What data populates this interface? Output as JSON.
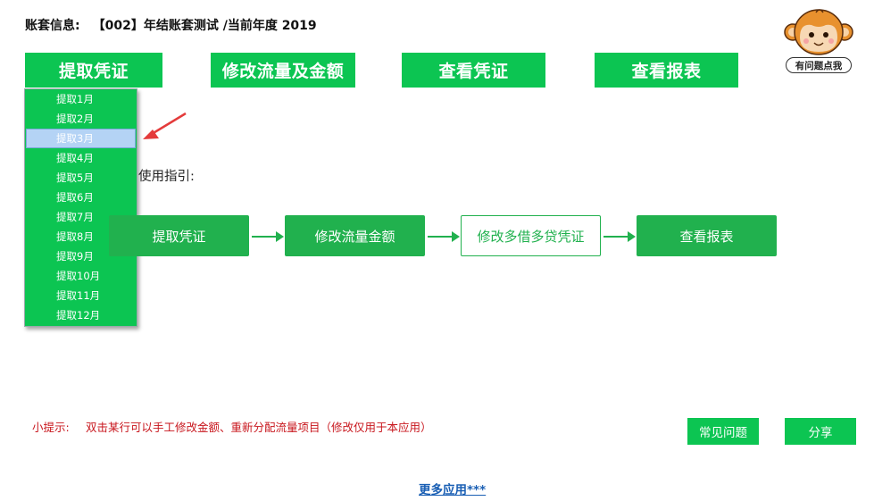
{
  "header": {
    "label": "账套信息:",
    "account": "【002】年结账套测试 /当前年度 2019"
  },
  "tabs": [
    {
      "label": "提取凭证"
    },
    {
      "label": "修改流量及金额"
    },
    {
      "label": "查看凭证"
    },
    {
      "label": "查看报表"
    }
  ],
  "dropdown": {
    "items": [
      "提取1月",
      "提取2月",
      "提取3月",
      "提取4月",
      "提取5月",
      "提取6月",
      "提取7月",
      "提取8月",
      "提取9月",
      "提取10月",
      "提取11月",
      "提取12月"
    ],
    "selected": "提取3月"
  },
  "guide": {
    "label": "使用指引:",
    "steps": [
      "提取凭证",
      "修改流量金额",
      "修改多借多贷凭证",
      "查看报表"
    ]
  },
  "tip": {
    "label": "小提示:",
    "text": "双击某行可以手工修改金额、重新分配流量项目（修改仅用于本应用）"
  },
  "buttons": {
    "faq": "常见问题",
    "share": "分享"
  },
  "more_link": "更多应用***",
  "mascot": {
    "help_label": "有问题点我"
  },
  "colors": {
    "accent": "#0cc552",
    "flow": "#21b14e",
    "tip": "#c8161d",
    "link": "#1a5fb4",
    "arrow_pointer": "#e43b3b"
  }
}
